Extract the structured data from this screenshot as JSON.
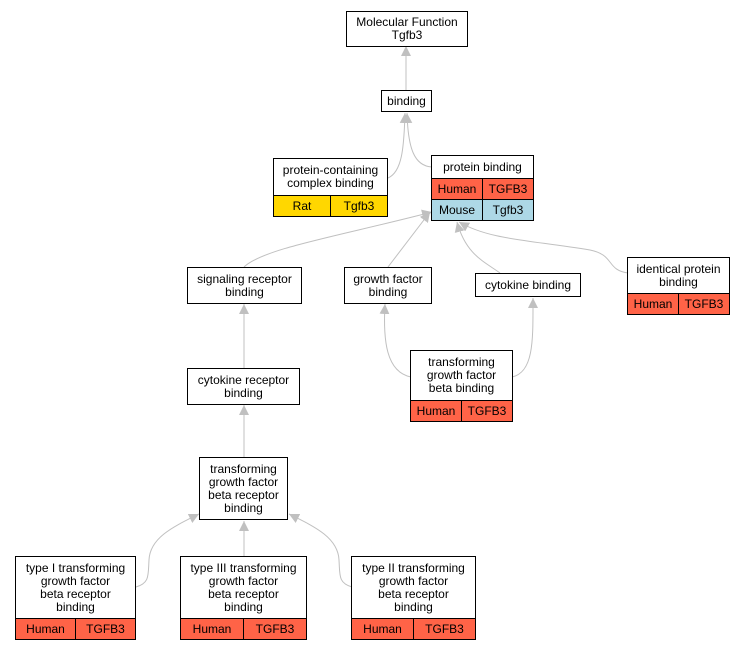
{
  "colors": {
    "human": "#ff6347",
    "rat": "#ffd700",
    "mouse": "#add8e6",
    "edge": "#c0c0c0"
  },
  "nodes": {
    "mf": {
      "label": "Molecular Function\nTgfb3"
    },
    "binding": {
      "label": "binding"
    },
    "pccb": {
      "label": "protein-containing\ncomplex binding",
      "species": "Rat",
      "gene": "Tgfb3"
    },
    "pb": {
      "label": "protein binding",
      "rows": [
        {
          "species": "Human",
          "gene": "TGFB3"
        },
        {
          "species": "Mouse",
          "gene": "Tgfb3"
        }
      ]
    },
    "srb": {
      "label": "signaling receptor\nbinding"
    },
    "gfb": {
      "label": "growth factor\nbinding"
    },
    "cb": {
      "label": "cytokine binding"
    },
    "ipb": {
      "label": "identical protein\nbinding",
      "species": "Human",
      "gene": "TGFB3"
    },
    "crb": {
      "label": "cytokine receptor\nbinding"
    },
    "tgfbb": {
      "label": "transforming\ngrowth factor\nbeta binding",
      "species": "Human",
      "gene": "TGFB3"
    },
    "tgfbrb": {
      "label": "transforming\ngrowth factor\nbeta receptor\nbinding"
    },
    "t1": {
      "label": "type I transforming\ngrowth factor\nbeta receptor\nbinding",
      "species": "Human",
      "gene": "TGFB3"
    },
    "t3": {
      "label": "type III transforming\ngrowth factor\nbeta receptor\nbinding",
      "species": "Human",
      "gene": "TGFB3"
    },
    "t2": {
      "label": "type II transforming\ngrowth factor\nbeta receptor\nbinding",
      "species": "Human",
      "gene": "TGFB3"
    }
  }
}
